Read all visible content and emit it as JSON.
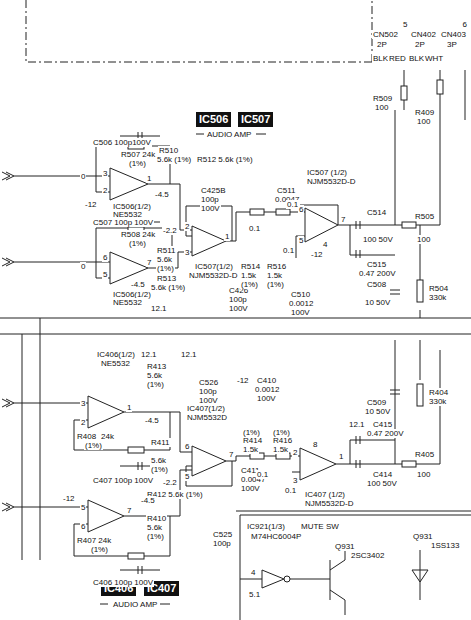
{
  "diagram": {
    "nodes": [
      {
        "text": [
          "IC506"
        ]
      },
      {
        "text": [
          "IC507"
        ]
      },
      {
        "text": [
          "IC406"
        ]
      },
      {
        "text": [
          "IC407"
        ]
      }
    ],
    "labels": [
      "CN502",
      "5",
      "2P",
      "BLK",
      "RED",
      "CN402",
      "2P",
      "BLK",
      "WHT",
      "CN403",
      "6",
      "3P",
      "R509",
      "100",
      "R409",
      "100",
      "C506 100p100V",
      "R507 24k",
      "(1%)",
      "R510",
      "5.6k (1%)",
      "R512 5.6k (1%)",
      "0",
      "3",
      "2",
      "1",
      "-4.5",
      "-12",
      "IC506(1/2)",
      "NE5532",
      "C507 100p 100V",
      "R508 24k",
      "(1%)",
      "6",
      "5",
      "7",
      "0",
      "-4.5",
      "IC506(1/2)",
      "NE5532",
      "C425B",
      "100p",
      "100V",
      "-2.2",
      "2",
      "3",
      "1",
      "R511",
      "5.6k",
      "(1%)",
      "R513",
      "5.6k (1%)",
      "IC507(1/2)",
      "NJM5532D-D",
      "C426",
      "100p",
      "100V",
      "12.1",
      "C511",
      "0.0047",
      "IC507 (1/2)",
      "NJM5532D-D",
      "0.1",
      "0.1",
      "0.1",
      "6",
      "5",
      "7",
      "4",
      "-12",
      "R514",
      "1.5k",
      "(1%)",
      "R516",
      "1.5k",
      "(1%)",
      "C510",
      "0.0012",
      "100V",
      "C514",
      "100 50V",
      "R505",
      "100",
      "C515",
      "0.47 200V",
      "C508",
      "10 50V",
      "R504",
      "330k",
      "IC406(1/2)",
      "NE5532",
      "12.1",
      "R413",
      "5.6k",
      "(1%)",
      "12.1",
      "C526",
      "100p",
      "100V",
      "-12",
      "C410",
      "0.0012",
      "100V",
      "C509",
      "10 50V",
      "R404",
      "330k",
      "3",
      "2",
      "1",
      "R408",
      "24k",
      "(1%)",
      "-4.5",
      "IC407(1/2)",
      "NJM5532D",
      "R414",
      "1.5k",
      "(1%)",
      "R416",
      "1.5k",
      "(1%)",
      "12.1",
      "C415",
      "0.47 200V",
      "C407 100p 100V",
      "R411",
      "5.6k",
      "(1%)",
      "-2.2",
      "6",
      "5",
      "7",
      "R412 5.6k (1%)",
      "C411",
      "0.0047",
      "100V",
      "0.1",
      "0.1",
      "8",
      "2",
      "3",
      "1",
      "IC407 (1/2)",
      "NJM5532D-D",
      "C414",
      "100 50V",
      "R405",
      "100",
      "-12",
      "5",
      "6",
      "7",
      "-4.5",
      "R407 24k",
      "(1%)",
      "R410",
      "5.6k",
      "(1%)",
      "C525",
      "100p",
      "C406 100p 100V",
      "IC921(1/3)",
      "MUTE SW",
      "M74HC6004P",
      "Q931",
      "2SC3402",
      "Q931",
      "1SS133",
      "4",
      "5.1",
      "AUDIO AMP",
      "AUDIO AMP"
    ]
  }
}
